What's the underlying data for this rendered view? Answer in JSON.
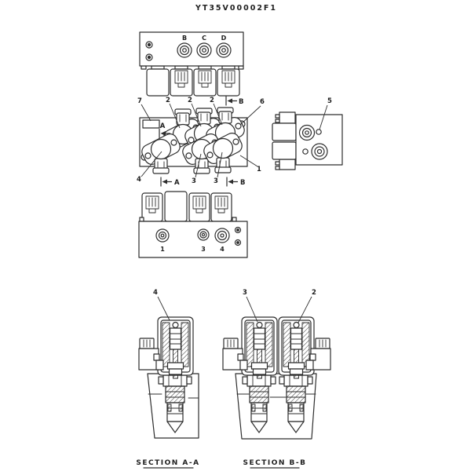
{
  "title": "YT35V00002F1",
  "colors": {
    "ink": "#2d2d2d",
    "background": "#ffffff"
  },
  "top_view": {
    "ports": [
      "B",
      "C",
      "D"
    ]
  },
  "plan_view": {
    "callout_plate": "7",
    "callout_solenoids": [
      "2",
      "2",
      "2"
    ],
    "callout_bolt": "6",
    "callout_body": "1",
    "callout_valve_a": "4",
    "callout_valves_b": [
      "3",
      "3"
    ],
    "marker_a": "A",
    "marker_b": "B"
  },
  "side_view": {
    "callout_port": "5"
  },
  "front_view": {
    "ports": [
      "1",
      "3",
      "4"
    ]
  },
  "sections": {
    "a": {
      "callout": "4",
      "label": "SECTION A-A"
    },
    "b": {
      "callouts": [
        "3",
        "2"
      ],
      "label": "SECTION B-B"
    }
  }
}
